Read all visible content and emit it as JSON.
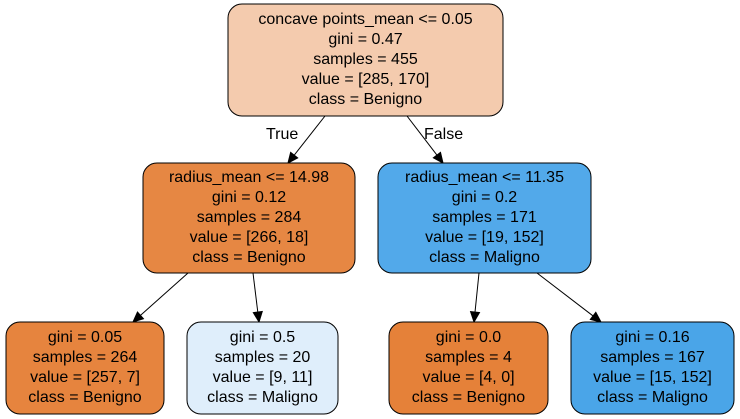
{
  "tree": {
    "nodes": [
      {
        "id": "root",
        "fill": "#f4cbae",
        "lines": [
          "concave points_mean <= 0.05",
          "gini = 0.47",
          "samples = 455",
          "value = [285, 170]",
          "class = Benigno"
        ]
      },
      {
        "id": "left",
        "fill": "#e68743",
        "lines": [
          "radius_mean <= 14.98",
          "gini = 0.12",
          "samples = 284",
          "value = [266, 18]",
          "class = Benigno"
        ]
      },
      {
        "id": "right",
        "fill": "#52a9ea",
        "lines": [
          "radius_mean <= 11.35",
          "gini = 0.2",
          "samples = 171",
          "value = [19, 152]",
          "class = Maligno"
        ]
      },
      {
        "id": "left-left",
        "fill": "#e6843e",
        "lines": [
          "gini = 0.05",
          "samples = 264",
          "value = [257, 7]",
          "class = Benigno"
        ]
      },
      {
        "id": "left-right",
        "fill": "#dfeefb",
        "lines": [
          "gini = 0.5",
          "samples = 20",
          "value = [9, 11]",
          "class = Maligno"
        ]
      },
      {
        "id": "right-left",
        "fill": "#e58139",
        "lines": [
          "gini = 0.0",
          "samples = 4",
          "value = [4, 0]",
          "class = Benigno"
        ]
      },
      {
        "id": "right-right",
        "fill": "#4aa5e8",
        "lines": [
          "gini = 0.16",
          "samples = 167",
          "value = [15, 152]",
          "class = Maligno"
        ]
      }
    ],
    "edges": [
      {
        "from": "root",
        "to": "left",
        "label": "True"
      },
      {
        "from": "root",
        "to": "right",
        "label": "False"
      },
      {
        "from": "left",
        "to": "left-left",
        "label": ""
      },
      {
        "from": "left",
        "to": "left-right",
        "label": ""
      },
      {
        "from": "right",
        "to": "right-left",
        "label": ""
      },
      {
        "from": "right",
        "to": "right-right",
        "label": ""
      }
    ]
  }
}
